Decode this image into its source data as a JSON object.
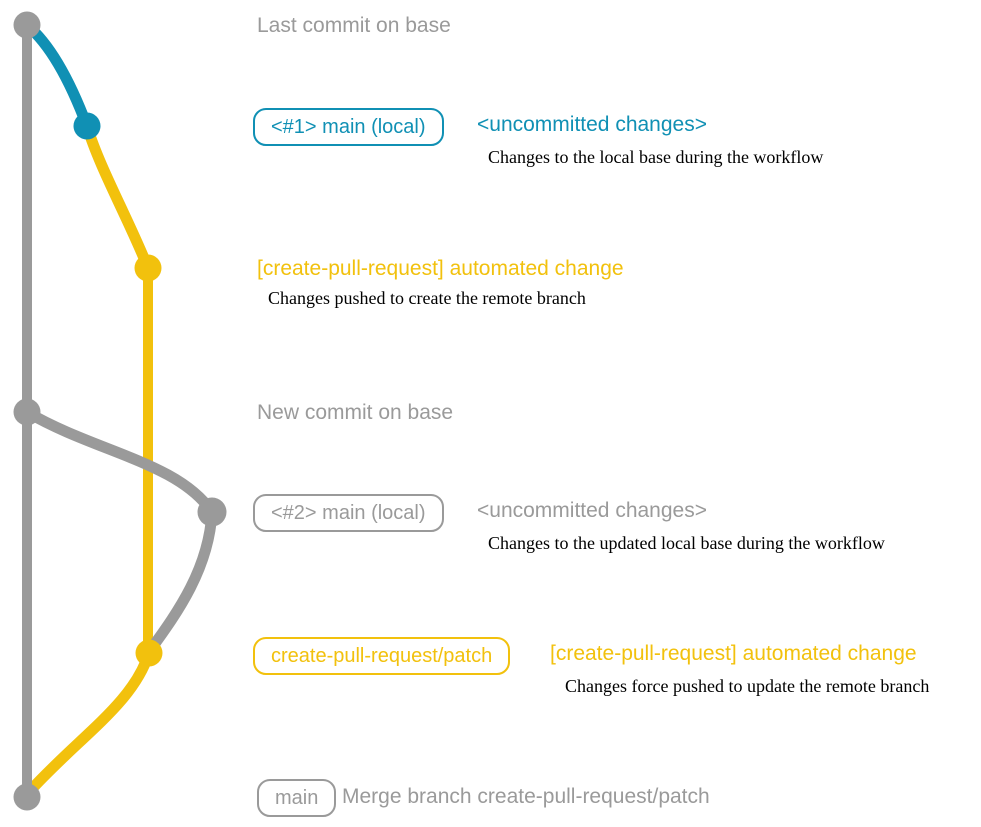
{
  "colors": {
    "gray": "#9A9A9A",
    "blue": "#1090B4",
    "yellow": "#F2C10D",
    "description_text": "#000000"
  },
  "annotations": {
    "last_commit": {
      "title": "Last commit on base"
    },
    "branch1": {
      "badge": "<#1> main (local)",
      "heading": "<uncommitted changes>",
      "description": "Changes to the local base during the workflow"
    },
    "push1": {
      "heading": "[create-pull-request] automated change",
      "description": "Changes pushed to create the remote branch"
    },
    "new_commit": {
      "title": "New commit on base"
    },
    "branch2": {
      "badge": "<#2> main (local)",
      "heading": "<uncommitted changes>",
      "description": "Changes to the updated local base during the workflow"
    },
    "push2": {
      "badge": "create-pull-request/patch",
      "heading": "[create-pull-request] automated change",
      "description": "Changes force pushed to update the remote branch"
    },
    "merge": {
      "badge": "main",
      "title": "Merge branch create-pull-request/patch"
    }
  }
}
